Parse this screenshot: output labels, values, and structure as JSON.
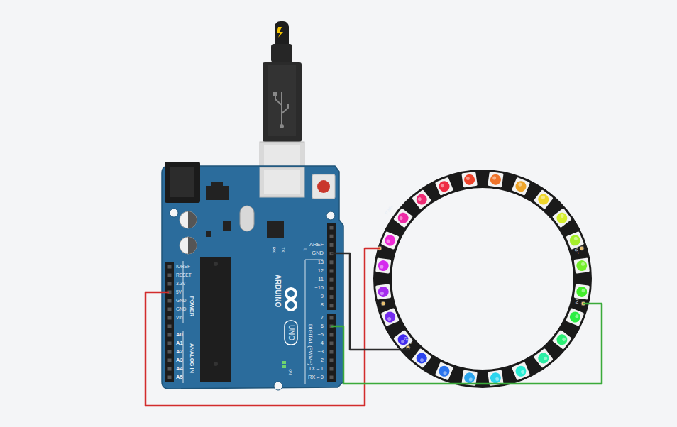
{
  "diagram": {
    "labels": [
      "AREF",
      "GND",
      "13",
      "12",
      "~11",
      "~10",
      "~9",
      "8",
      "7",
      "~6",
      "~5",
      "4",
      "~3",
      "2",
      "TX→1",
      "RX←0",
      "DIGITAL (PWM~)",
      "ARDUINO",
      "UNO",
      "RX",
      "TX",
      "L",
      "IOREF",
      "RESET",
      "3.3V",
      "5V",
      "GND",
      "GND",
      "Vin",
      "POWER",
      "A0",
      "A1",
      "A2",
      "A3",
      "A4",
      "A5",
      "ANALOG IN",
      "ON",
      "PWR",
      "OUT",
      "IN",
      "GND"
    ]
  }
}
